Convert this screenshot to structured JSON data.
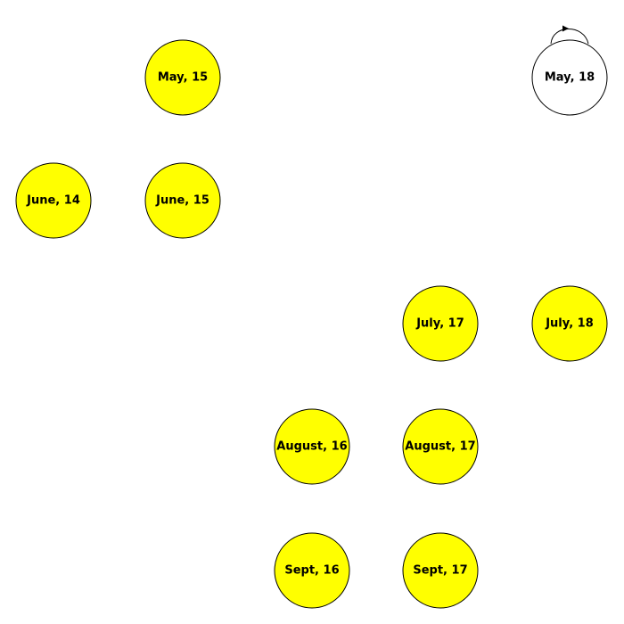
{
  "graph": {
    "nodes": [
      {
        "id": "may15",
        "label": "May, 15",
        "fill": "#ffff00"
      },
      {
        "id": "may18",
        "label": "May, 18",
        "fill": "#ffffff",
        "self_loop": true
      },
      {
        "id": "june14",
        "label": "June, 14",
        "fill": "#ffff00"
      },
      {
        "id": "june15",
        "label": "June, 15",
        "fill": "#ffff00"
      },
      {
        "id": "july17",
        "label": "July, 17",
        "fill": "#ffff00"
      },
      {
        "id": "july18",
        "label": "July, 18",
        "fill": "#ffff00"
      },
      {
        "id": "august16",
        "label": "August, 16",
        "fill": "#ffff00"
      },
      {
        "id": "august17",
        "label": "August, 17",
        "fill": "#ffff00"
      },
      {
        "id": "sept16",
        "label": "Sept, 16",
        "fill": "#ffff00"
      },
      {
        "id": "sept17",
        "label": "Sept, 17",
        "fill": "#ffff00"
      }
    ],
    "edges": [
      {
        "from": "may18",
        "to": "may18",
        "directed": true
      }
    ],
    "colors": {
      "node_stroke": "#000000",
      "edge": "#000000",
      "highlight": "#ffff00"
    }
  }
}
